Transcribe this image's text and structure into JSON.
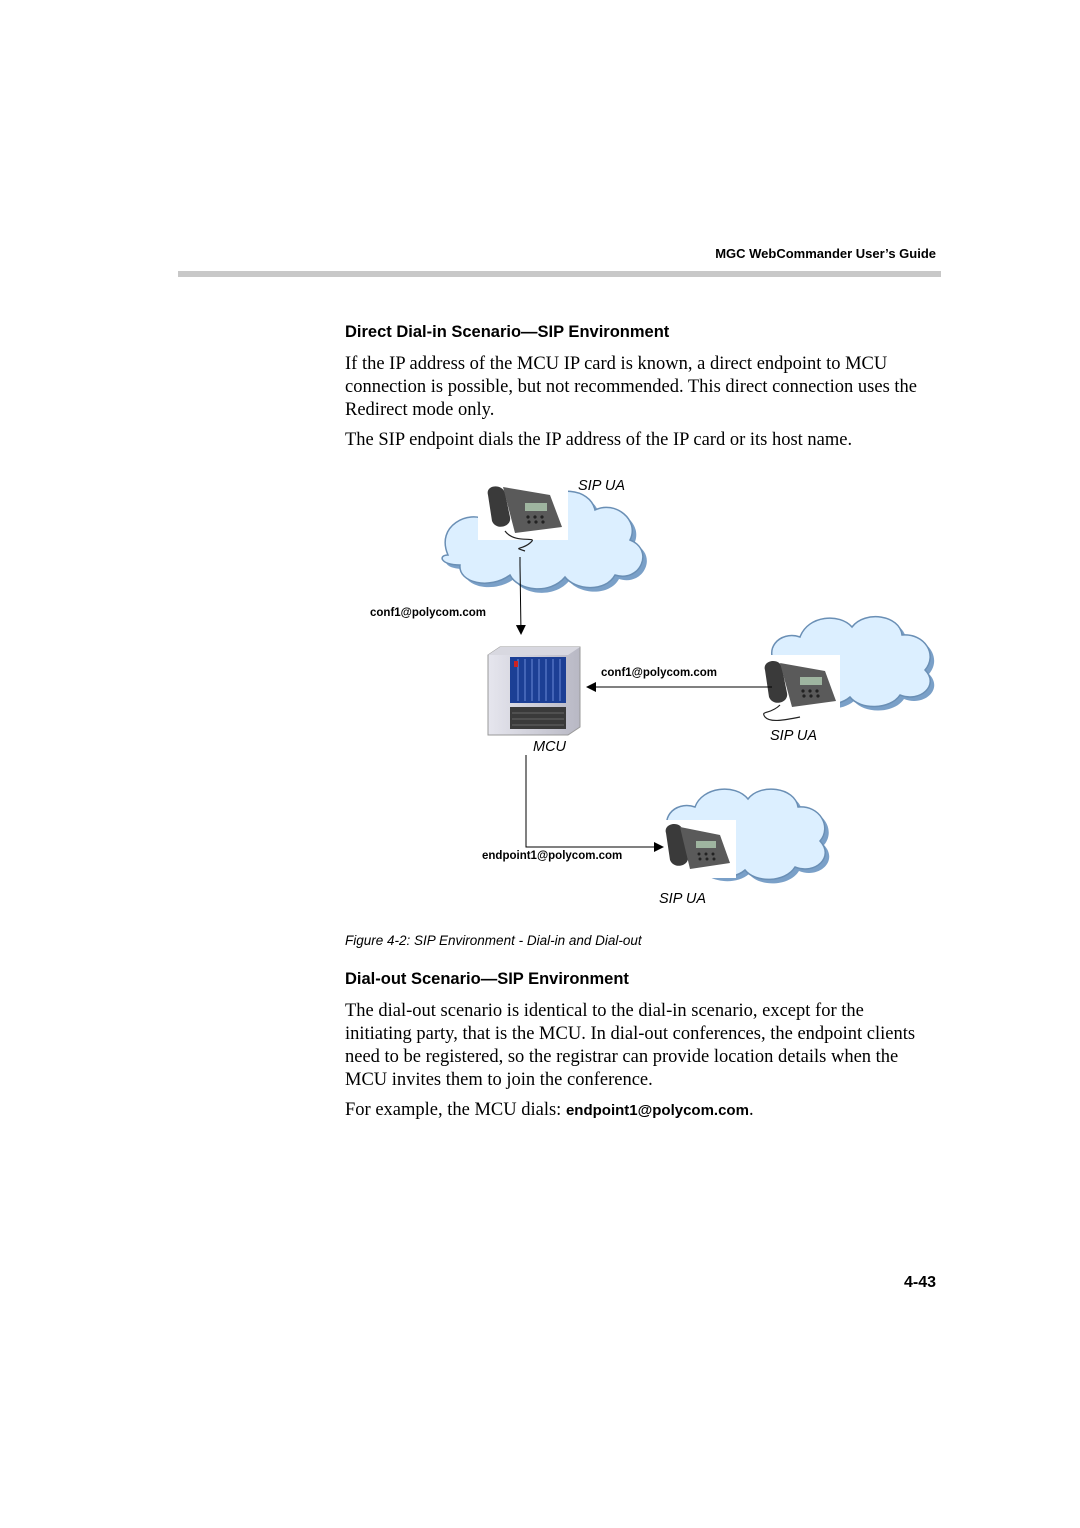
{
  "header": {
    "running_title": "MGC WebCommander User’s Guide"
  },
  "section1": {
    "heading": "Direct Dial-in Scenario—SIP Environment",
    "para1_lines": [
      "If the IP address of the MCU IP card is known, a direct endpoint to MCU",
      "connection is possible, but not recommended. This direct connection uses the",
      "Redirect mode only."
    ],
    "para2": "The SIP endpoint dials the IP address of the IP card or its host name."
  },
  "diagram": {
    "top_sip_label": "SIP UA",
    "top_addr_label": "conf1@polycom.com",
    "right_addr_label": "conf1@polycom.com",
    "right_sip_label": "SIP UA",
    "mcu_label": "MCU",
    "bottom_addr_label": "endpoint1@polycom.com",
    "bottom_sip_label": "SIP UA",
    "cloud_color": "#d9ecff",
    "arrow_color": "#000000"
  },
  "figure_caption": "Figure 4-2: SIP Environment - Dial-in and Dial-out",
  "section2": {
    "heading": "Dial-out Scenario—SIP Environment",
    "para1_lines": [
      "The dial-out scenario is identical to the dial-in scenario, except for the",
      "initiating party, that is the MCU. In dial-out conferences, the endpoint clients",
      "need to be registered, so the registrar can provide location details when the",
      "MCU invites them to join the conference."
    ],
    "para2_prefix": "For example, the MCU dials: ",
    "para2_bold": "endpoint1@polycom.com",
    "para2_suffix": "."
  },
  "page_number": "4-43"
}
